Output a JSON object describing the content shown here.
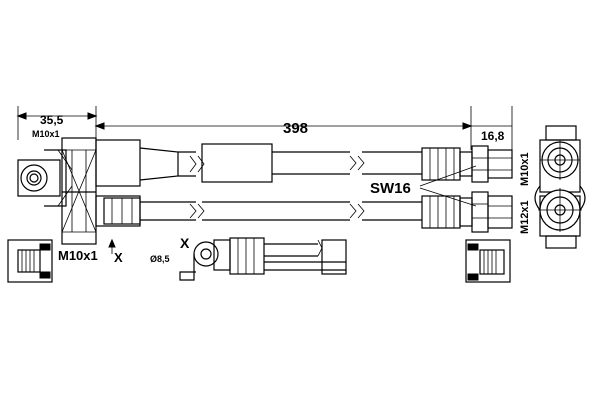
{
  "dimensions": {
    "overall_length": "398",
    "left_offset": "35,5",
    "left_thread_top": "M10x1",
    "left_thread_bottom": "M10x1",
    "right_width": "16,8",
    "wrench_size": "SW16",
    "right_thread_top": "M10x1",
    "right_thread_bottom": "M12x1",
    "eyelet_diameter": "Ø8,5"
  },
  "markers": {
    "view_x_left": "X",
    "view_x_detail": "X"
  },
  "colors": {
    "line": "#000000",
    "background": "#ffffff"
  }
}
